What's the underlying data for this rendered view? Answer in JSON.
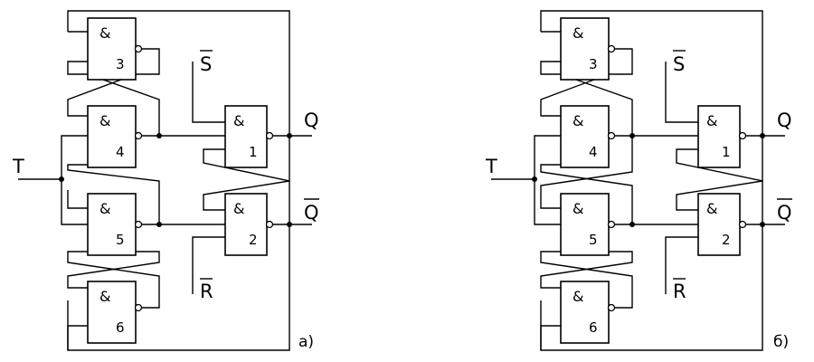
{
  "diagrams": [
    {
      "id": "a",
      "caption": "а)",
      "gate_symbol": "&",
      "gates": [
        {
          "number": "1"
        },
        {
          "number": "2"
        },
        {
          "number": "3"
        },
        {
          "number": "4"
        },
        {
          "number": "5"
        },
        {
          "number": "6"
        }
      ],
      "signals": {
        "t": "T",
        "s": "S",
        "r": "R",
        "q": "Q",
        "q_bar": "Q"
      }
    },
    {
      "id": "b",
      "caption": "б)",
      "gate_symbol": "&",
      "gates": [
        {
          "number": "1"
        },
        {
          "number": "2"
        },
        {
          "number": "3"
        },
        {
          "number": "4"
        },
        {
          "number": "5"
        },
        {
          "number": "6"
        }
      ],
      "signals": {
        "t": "T",
        "s": "S",
        "r": "R",
        "q": "Q",
        "q_bar": "Q"
      }
    }
  ]
}
